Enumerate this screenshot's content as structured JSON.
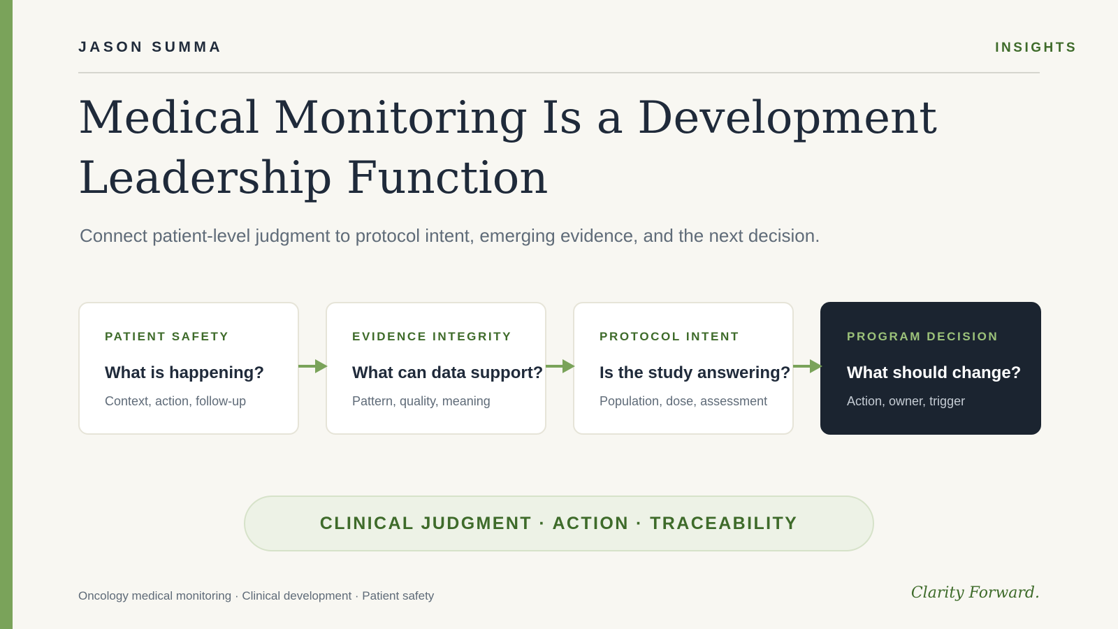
{
  "header": {
    "brand": "JASON SUMMA",
    "section": "INSIGHTS"
  },
  "hero": {
    "title": "Medical Monitoring Is a Development Leadership Function",
    "subtitle": "Connect patient-level judgment to protocol intent, emerging evidence, and the next decision."
  },
  "steps": [
    {
      "label": "PATIENT SAFETY",
      "question": "What is happening?",
      "detail": "Context, action, follow-up"
    },
    {
      "label": "EVIDENCE INTEGRITY",
      "question": "What can data support?",
      "detail": "Pattern, quality, meaning"
    },
    {
      "label": "PROTOCOL INTENT",
      "question": "Is the study answering?",
      "detail": "Population, dose, assessment"
    },
    {
      "label": "PROGRAM DECISION",
      "question": "What should change?",
      "detail": "Action, owner, trigger"
    }
  ],
  "pill": {
    "text": "CLINICAL JUDGMENT · ACTION · TRACEABILITY"
  },
  "footer": {
    "tags": "Oncology medical monitoring · Clinical development · Patient safety",
    "tagline": "Clarity Forward."
  },
  "colors": {
    "accent": "#7aa35a",
    "brand_green": "#3e6b2a",
    "dark_card": "#1b2430",
    "background": "#f8f7f2"
  },
  "icons": [
    "arrow-right-icon"
  ]
}
